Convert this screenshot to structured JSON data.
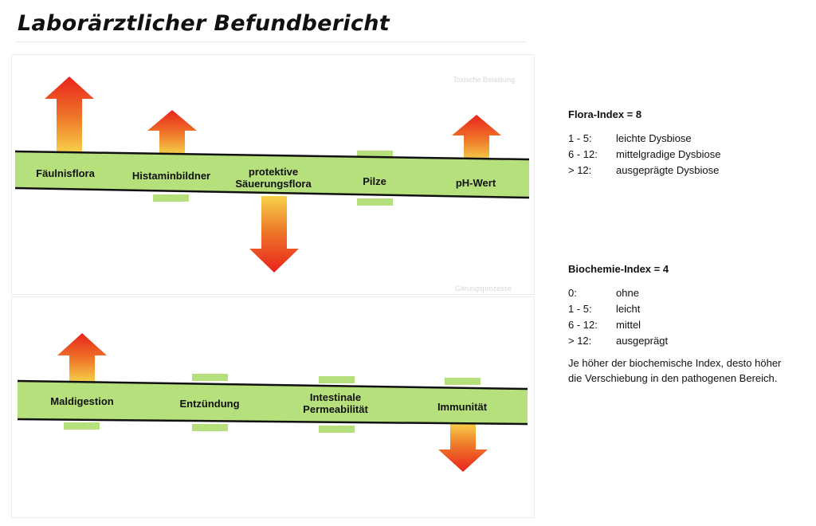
{
  "title": "Laborärztlicher Befundbericht",
  "top_panel": {
    "faint_top": "Toxische Belastung",
    "faint_bottom": "Gärungsprozesse",
    "items": [
      {
        "label": "Fäulnisflora",
        "direction": "up",
        "level": "high"
      },
      {
        "label": "Histaminbildner",
        "direction": "up",
        "level": "medium"
      },
      {
        "label": "protektive Säuerungsflora",
        "line1": "protektive",
        "line2": "Säuerungsflora",
        "direction": "down",
        "level": "high"
      },
      {
        "label": "Pilze",
        "direction": "none",
        "level": "normal"
      },
      {
        "label": "pH-Wert",
        "direction": "up",
        "level": "medium"
      }
    ]
  },
  "bottom_panel": {
    "items": [
      {
        "label": "Maldigestion",
        "direction": "up",
        "level": "medium"
      },
      {
        "label": "Entzündung",
        "direction": "none",
        "level": "normal"
      },
      {
        "label": "Intestinale Permeabilität",
        "line1": "Intestinale",
        "line2": "Permeabilität",
        "direction": "none",
        "level": "normal"
      },
      {
        "label": "Immunität",
        "direction": "down",
        "level": "medium"
      }
    ]
  },
  "flora_index": {
    "heading": "Flora-Index = 8",
    "rows": [
      {
        "range": "1 - 5:",
        "text": "leichte Dysbiose"
      },
      {
        "range": "6 - 12:",
        "text": "mittelgradige Dysbiose"
      },
      {
        "range": "> 12:",
        "text": "ausgeprägte Dysbiose"
      }
    ]
  },
  "biochemie_index": {
    "heading": "Biochemie-Index = 4",
    "rows": [
      {
        "range": "0:",
        "text": "ohne"
      },
      {
        "range": "1 - 5:",
        "text": "leicht"
      },
      {
        "range": "6 - 12:",
        "text": "mittel"
      },
      {
        "range": "> 12:",
        "text": "ausgeprägt"
      }
    ],
    "note": "Je höher der biochemische Index, desto höher die Verschiebung in den pathogenen Bereich."
  },
  "colors": {
    "bar": "#b6e07c",
    "arrow_top": "#e8231b",
    "arrow_bottom": "#f6d24a"
  }
}
